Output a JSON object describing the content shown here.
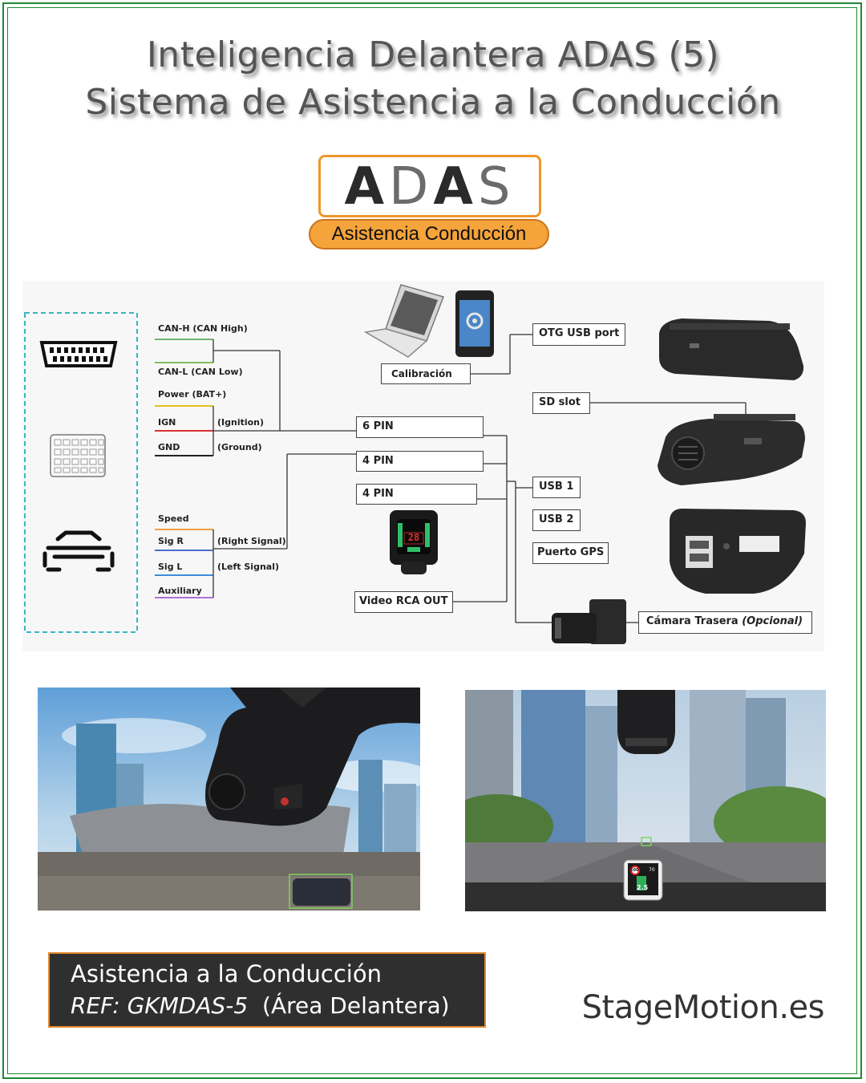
{
  "header": {
    "title_line1": "Inteligencia Delantera ADAS (5)",
    "title_line2": "Sistema de Asistencia a la Conducción"
  },
  "logo": {
    "wordmark_bold_1": "A",
    "wordmark_thin_1": "D",
    "wordmark_bold_2": "A",
    "wordmark_thin_2": "S",
    "tagline": "Asistencia Conducción",
    "accent_color": "#f0962a",
    "pill_color": "#f5a33b"
  },
  "diagram": {
    "left_icons": [
      "obd-connector-icon",
      "harness-connector-icon",
      "car-front-icon"
    ],
    "wires": {
      "can_h": "CAN-H (CAN High)",
      "can_l": "CAN-L (CAN Low)",
      "power": "Power (BAT+)",
      "ign": "IGN",
      "ign_desc": "(Ignition)",
      "gnd": "GND",
      "gnd_desc": "(Ground)",
      "speed": "Speed",
      "sig_r": "Sig R",
      "sig_r_desc": "(Right Signal)",
      "sig_l": "Sig L",
      "sig_l_desc": "(Left Signal)",
      "auxiliary": "Auxiliary"
    },
    "wire_colors": {
      "can_h": "#6fb86f",
      "can_l": "#7fbf5f",
      "power": "#e6c020",
      "ign": "#d93030",
      "gnd": "#222222",
      "speed": "#f0a040",
      "sig_r": "#4a6fd0",
      "sig_l": "#3a8fd6",
      "auxiliary": "#b070d0"
    },
    "connectors": {
      "pin6": "6 PIN",
      "pin4a": "4 PIN",
      "pin4b": "4 PIN",
      "video_rca": "Video RCA OUT"
    },
    "ports": {
      "calibration": "Calibración",
      "otg": "OTG USB port",
      "sd": "SD slot",
      "usb1": "USB 1",
      "usb2": "USB 2",
      "gps": "Puerto GPS",
      "rear_camera": "Cámara Trasera",
      "rear_camera_opt": "(Opcional)"
    },
    "display_reading": "28"
  },
  "photos": {
    "left_scene": "dashcam-under-windshield",
    "right_scene": "city-road-with-display",
    "right_display_speed_limit": "100",
    "right_display_distance": "2.5",
    "right_display_value": "70"
  },
  "caption": {
    "line1": "Asistencia a la Conducción",
    "ref": "REF: GKMDAS-5",
    "area": "(Área Delantera)",
    "border_color": "#e0892c"
  },
  "brand": "StageMotion.es"
}
